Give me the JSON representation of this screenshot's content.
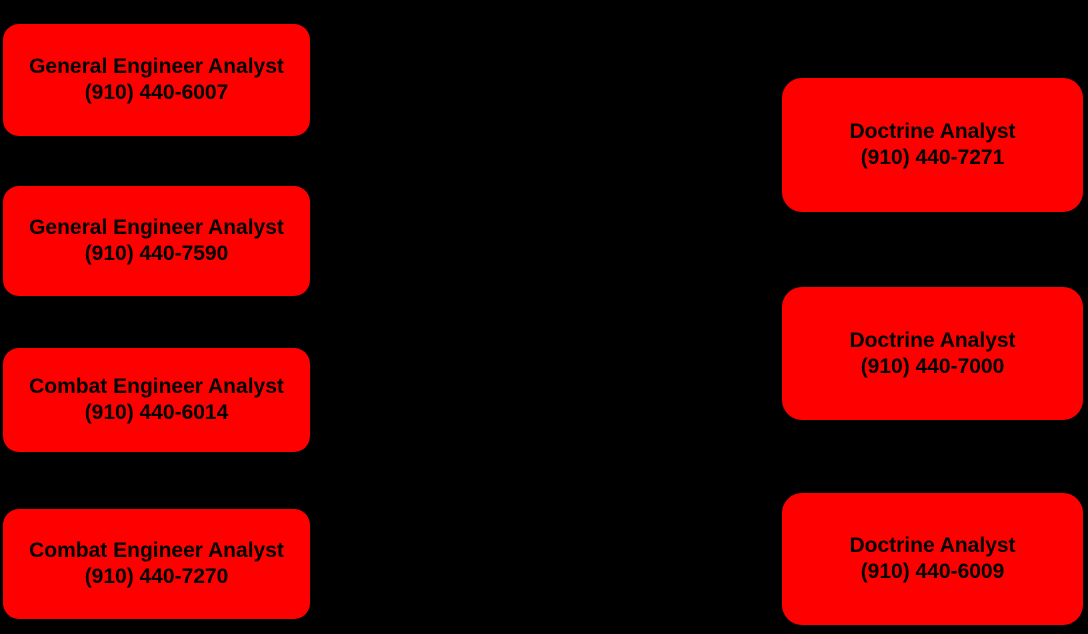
{
  "canvas": {
    "background_color": "#000000",
    "box_fill_color": "#ff0000",
    "box_text_color": "#000000"
  },
  "left_column": {
    "boxes": [
      {
        "title": "General Engineer Analyst",
        "phone": "(910) 440-6007"
      },
      {
        "title": "General Engineer Analyst",
        "phone": "(910) 440-7590"
      },
      {
        "title": "Combat Engineer Analyst",
        "phone": "(910) 440-6014"
      },
      {
        "title": "Combat Engineer Analyst",
        "phone": "(910) 440-7270"
      }
    ]
  },
  "right_column": {
    "boxes": [
      {
        "title": "Doctrine Analyst",
        "phone": "(910) 440-7271"
      },
      {
        "title": "Doctrine Analyst",
        "phone": "(910) 440-7000"
      },
      {
        "title": "Doctrine Analyst",
        "phone": "(910) 440-6009"
      }
    ]
  }
}
